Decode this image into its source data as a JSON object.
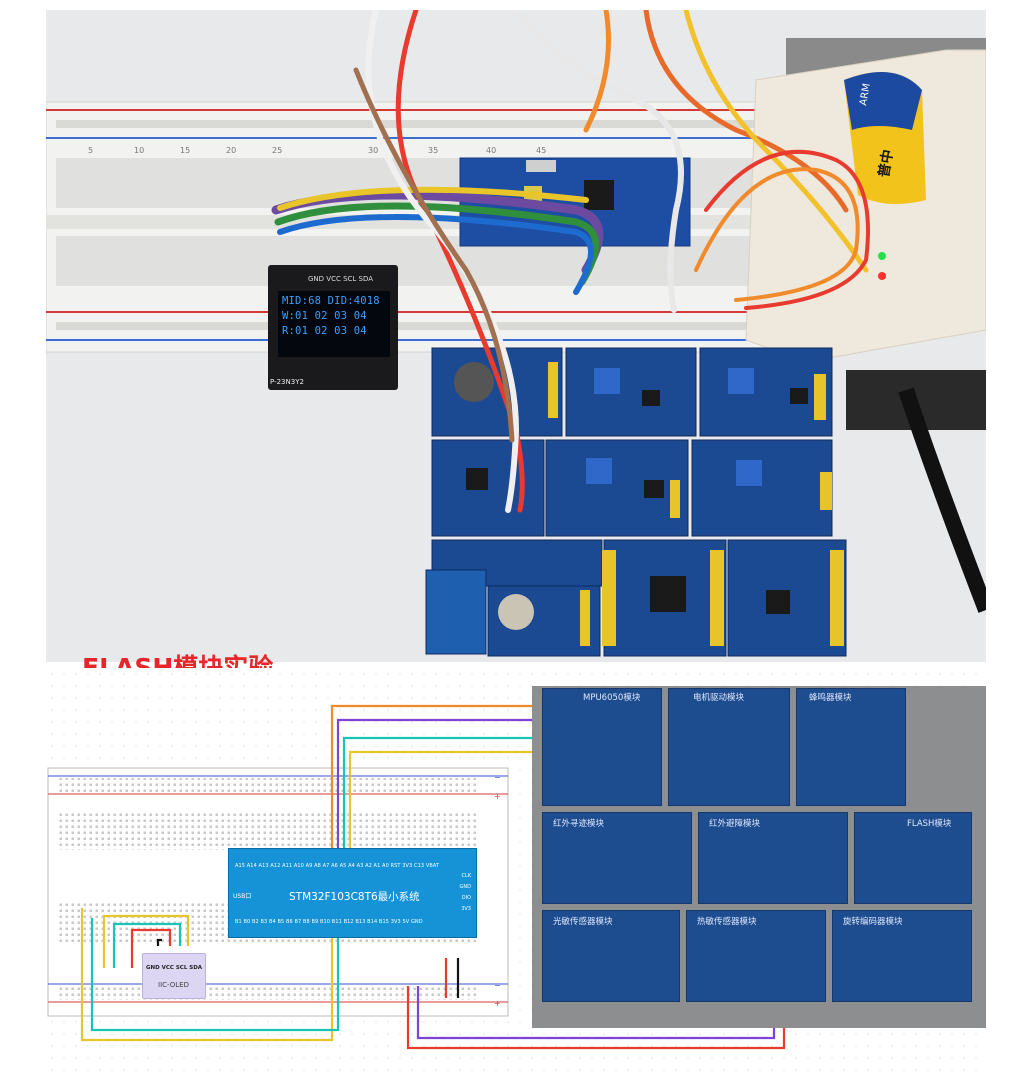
{
  "photo": {
    "oled_header": "GND VCC SCL SDA",
    "oled_lines": [
      "MID:68 DID:4018",
      "W:01 02 03 04",
      "R:01 02 03 04"
    ],
    "oled_footer": "P-23N3Y2",
    "programmer_text": "ARM",
    "programmer_brand": "普中",
    "ruler_marks": [
      "5",
      "10",
      "15",
      "20",
      "25",
      "30",
      "35",
      "40",
      "45"
    ]
  },
  "diagram": {
    "heading": "FLASH模块实验",
    "stm_title": "STM32F103C8T6最小系统",
    "stm_usb": "USB口",
    "stm_top_pins": "A15 A14 A13 A12 A11 A10 A9 A8 A7 A6 A5 A4 A3 A2 A1 A0 RST 3V3 C13 VBAT",
    "stm_bottom_pins": "B1 B0 B2 B3 B4 B5 B6 B7 B8 B9 B10 B11 B12 B13 B14 B15 3V3 5V GND",
    "stm_right_pins": [
      "CLK",
      "GND",
      "DIO",
      "3V3"
    ],
    "oled_pins": "GND VCC SCL SDA",
    "oled_name": "IIC-OLED",
    "modules": {
      "mpu": "MPU6050模块",
      "motor": "电机驱动模块",
      "buzzer": "蜂鸣器模块",
      "ir_track": "红外寻迹模块",
      "ir_avoid": "红外避障模块",
      "flash": "FLASH模块",
      "light": "光敏传感器模块",
      "temp": "热敏传感器模块",
      "rotary": "旋转编码器模块"
    }
  }
}
